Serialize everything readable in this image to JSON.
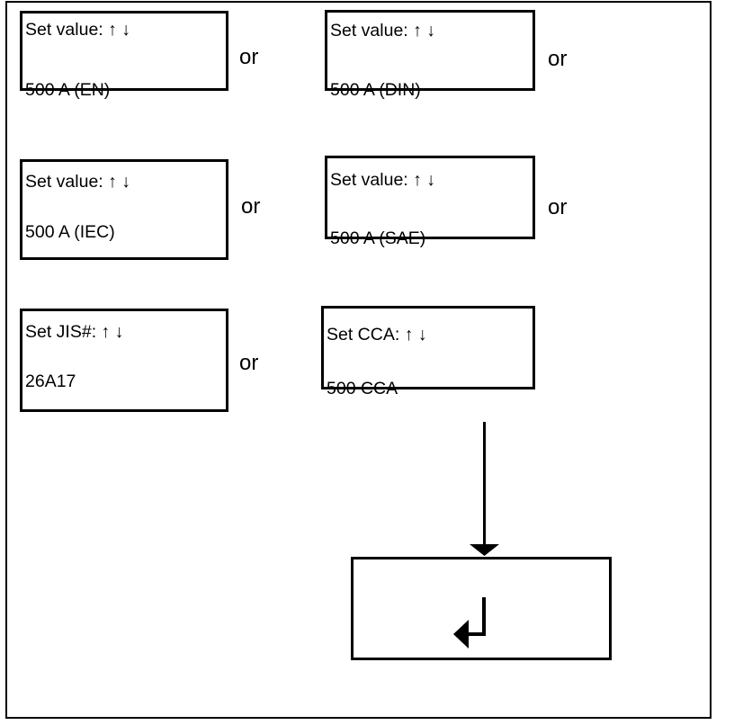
{
  "or_label": "or",
  "screens": [
    {
      "id": "en",
      "line1": "Set value: ↑ ↓",
      "line2": "500 A (EN)"
    },
    {
      "id": "din",
      "line1": "Set value: ↑ ↓",
      "line2": "500 A (DIN)"
    },
    {
      "id": "iec",
      "line1": "Set value: ↑ ↓",
      "line2": "500 A (IEC)"
    },
    {
      "id": "sae",
      "line1": "Set value: ↑ ↓",
      "line2": "500 A (SAE)"
    },
    {
      "id": "jis",
      "line1": "Set JIS#: ↑ ↓",
      "line2": "26A17"
    },
    {
      "id": "cca",
      "line1": "Set CCA: ↑ ↓",
      "line2": "500 CCA"
    }
  ],
  "icons": {
    "down_arrow": "down-arrow-icon",
    "enter_arrow": "enter-arrow-icon"
  },
  "colors": {
    "foreground": "#000000",
    "background": "#ffffff"
  }
}
